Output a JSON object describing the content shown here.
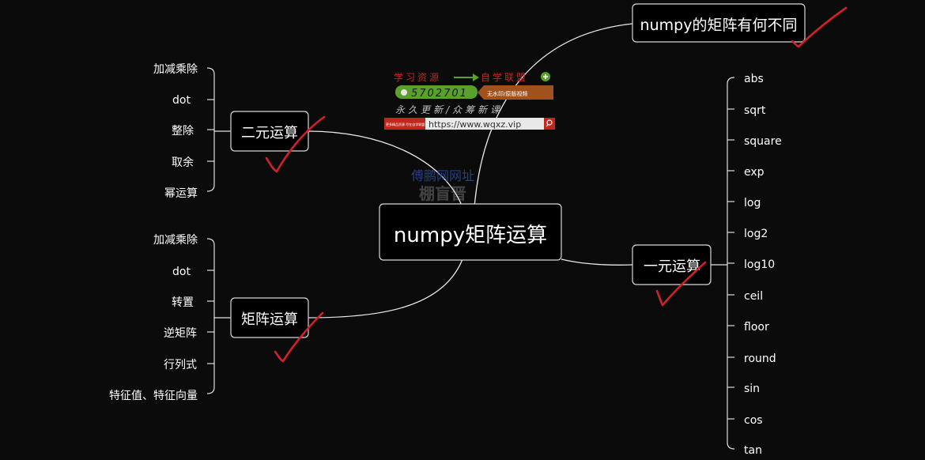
{
  "central": {
    "label": "numpy矩阵运算"
  },
  "top_node": {
    "label": "numpy的矩阵有何不同"
  },
  "binary_ops": {
    "label": "二元运算",
    "items": [
      "加减乘除",
      "dot",
      "整除",
      "取余",
      "幂运算"
    ]
  },
  "matrix_ops": {
    "label": "矩阵运算",
    "items": [
      "加减乘除",
      "dot",
      "转置",
      "逆矩阵",
      "行列式",
      "特征值、特征向量"
    ]
  },
  "unary_ops": {
    "label": "一元运算",
    "items": [
      "abs",
      "sqrt",
      "square",
      "exp",
      "log",
      "log2",
      "log10",
      "ceil",
      "floor",
      "round",
      "sin",
      "cos",
      "tan"
    ]
  },
  "watermark": {
    "line1": "学习资源",
    "line1b": "自学联盟",
    "qq": "5702701",
    "tag": "无水印/原版视频",
    "line3": "永久更新/众筹新课",
    "small": "更多精品资源 尽在自学联盟",
    "url": "https://www.wqxz.vip",
    "overlay1": "傅鹏网网址",
    "overlay2": "棚盲晋"
  },
  "colors": {
    "background": "#0b0b0b",
    "node_border": "#d8d8d8",
    "check": "#d0212a",
    "banner_red": "#c0281e",
    "banner_green": "#5aa02c",
    "banner_brown": "#a0521e"
  }
}
